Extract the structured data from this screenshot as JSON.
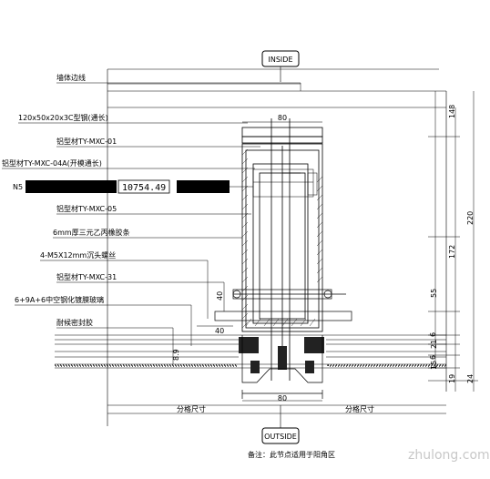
{
  "drawing": {
    "inside_label": "INSIDE",
    "outside_label": "OUTSIDE",
    "note": "备注：此节点适用于阳角区",
    "watermark": "zhulong.com",
    "coordinate_readout": {
      "prefix": "N5",
      "value": "10754.49"
    },
    "callouts": [
      {
        "id": "wall-line",
        "text": "墙体边线"
      },
      {
        "id": "steel-pipe",
        "text": "120x50x20x3C型钢(通长)"
      },
      {
        "id": "profile-01",
        "text": "铝型材TY-MXC-01"
      },
      {
        "id": "profile-04a",
        "text": "铝型材TY-MXC-04A(开模通长)"
      },
      {
        "id": "profile-05",
        "text": "铝型材TY-MXC-05"
      },
      {
        "id": "gasket",
        "text": "6mm厚三元乙丙橡胶条"
      },
      {
        "id": "screw",
        "text": "4-M5X12mm沉头螺丝"
      },
      {
        "id": "profile-31",
        "text": "铝型材TY-MXC-31"
      },
      {
        "id": "glass",
        "text": "6+9A+6中空钢化镀膜玻璃"
      },
      {
        "id": "sealant",
        "text": "耐候密封胶"
      }
    ],
    "dims_right": [
      "148",
      "220",
      "172",
      "55",
      "6",
      "21",
      "6",
      "15",
      "19",
      "24"
    ],
    "dims_top": "80",
    "dims_bottom": "80",
    "dims_left_40a": "40",
    "dims_left_40b": "40",
    "dims_89": "8.9",
    "grid_left": "分格尺寸",
    "grid_right": "分格尺寸"
  }
}
